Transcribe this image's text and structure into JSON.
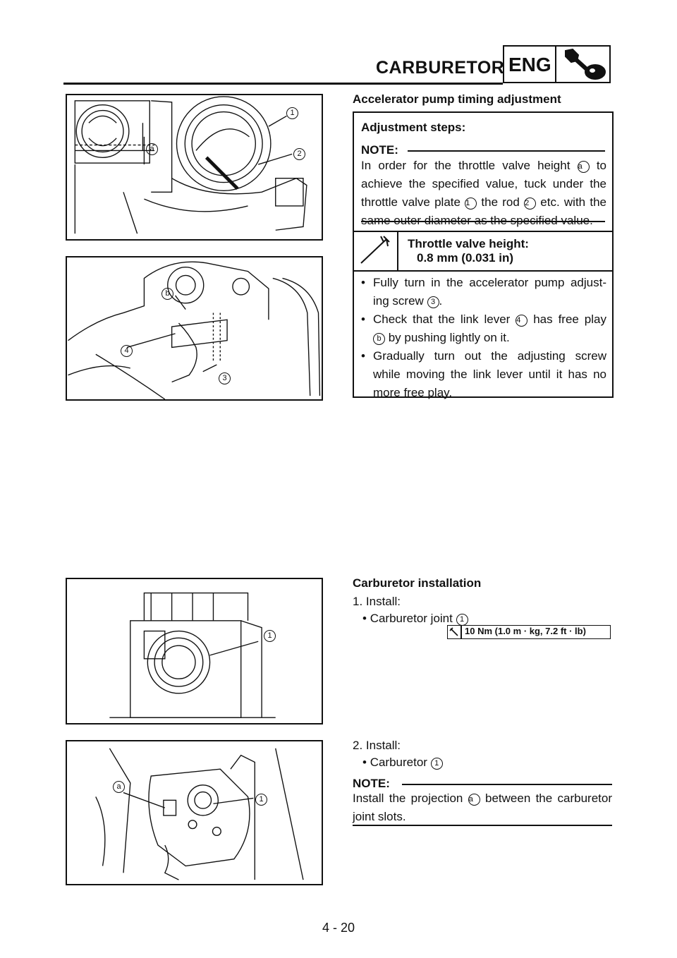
{
  "header": {
    "title": "CARBURETOR",
    "section_tag": "ENG",
    "section_icon": "engine-wrench-icon"
  },
  "accel_pump": {
    "heading": "Accelerator pump timing adjustment",
    "steps_heading": "Adjustment steps:",
    "note_label": "NOTE:",
    "note_lines": [
      [
        "In order for the throttle valve height ",
        "a",
        " to"
      ],
      [
        "achieve the specified value, tuck under the"
      ],
      [
        "throttle valve plate ",
        "1",
        " the rod ",
        "2",
        " etc. with the"
      ],
      [
        "same outer diameter as the specified value."
      ]
    ],
    "spec_label": "Throttle valve height:",
    "spec_value": "0.8 mm (0.031 in)",
    "bullet_char": "•",
    "bullets": [
      {
        "lines": [
          [
            "Fully turn in the accelerator pump adjust-"
          ],
          [
            "ing screw ",
            "3",
            "."
          ]
        ]
      },
      {
        "lines": [
          [
            "Check that the link lever ",
            "4",
            " has free play"
          ],
          [
            "",
            "b",
            " by pushing lightly on it."
          ]
        ]
      },
      {
        "lines": [
          [
            "Gradually turn out the adjusting screw"
          ],
          [
            "while moving the link lever until it has no"
          ],
          [
            "more free play."
          ]
        ]
      }
    ]
  },
  "installation": {
    "heading": "Carburetor installation",
    "step1_label": "1.  Install:",
    "step1_item": "Carburetor joint",
    "step1_item_ref": "1",
    "torque": "10 Nm (1.0 m · kg, 7.2 ft · lb)",
    "step2_label": "2.  Install:",
    "step2_item": "Carburetor",
    "step2_item_ref": "1",
    "note_label": "NOTE:",
    "note_line1_a": "Install the projection ",
    "note_line1_ref": "a",
    "note_line1_b": " between the carburetor",
    "note_line2": "joint slots."
  },
  "figures": {
    "fig1_callouts": [
      "1",
      "2",
      "a"
    ],
    "fig2_callouts": [
      "b",
      "4",
      "3"
    ],
    "fig3_callouts": [
      "1"
    ],
    "fig4_callouts": [
      "a",
      "1"
    ]
  },
  "footer": {
    "page_number": "4 - 20"
  }
}
